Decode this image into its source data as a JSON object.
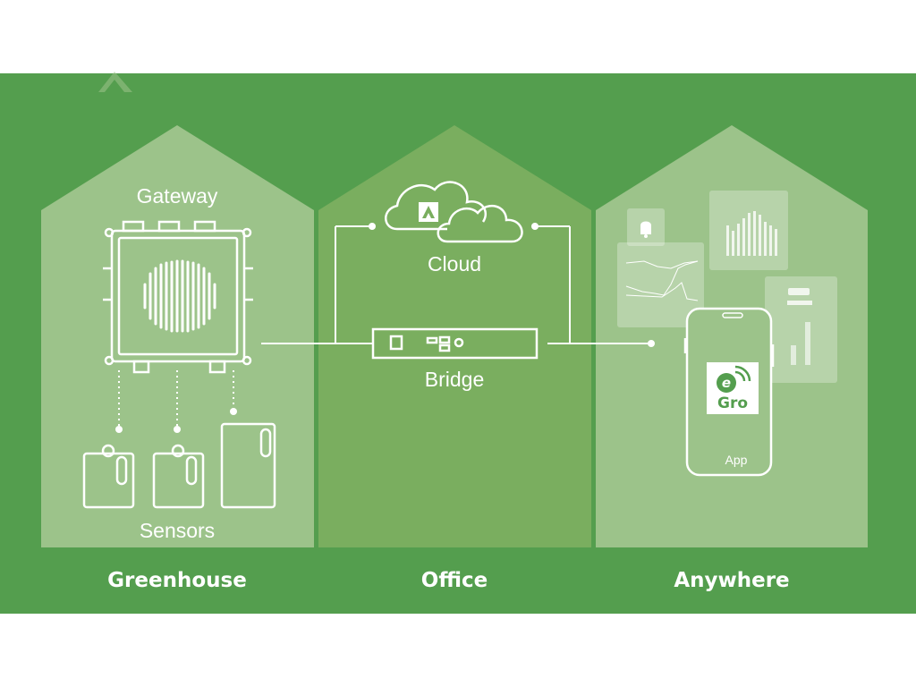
{
  "sections": {
    "greenhouse": "Greenhouse",
    "office": "Office",
    "anywhere": "Anywhere"
  },
  "labels": {
    "gateway": "Gateway",
    "sensors": "Sensors",
    "cloud": "Cloud",
    "bridge": "Bridge",
    "app": "App",
    "app_logo_text": "Gro"
  },
  "colors": {
    "background": "#549e4e",
    "house_light": "#9cc38a",
    "house_mid": "#7aae5f",
    "line": "#ffffff"
  },
  "icons": [
    "logo-icon",
    "gateway-icon",
    "sensor-icon",
    "cloud-icon",
    "bridge-icon",
    "phone-icon",
    "notification-bell-icon",
    "line-chart-card",
    "bar-chart-card",
    "stats-card",
    "gro-app-icon"
  ]
}
